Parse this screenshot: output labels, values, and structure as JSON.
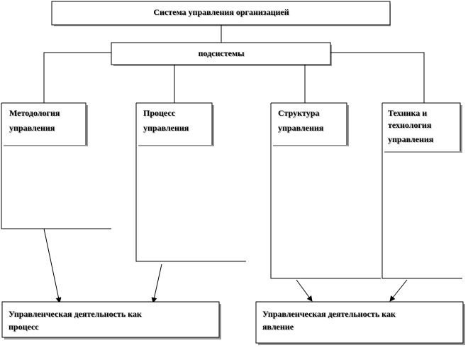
{
  "diagram": {
    "root": {
      "label": "Система управления организацией"
    },
    "subsystems_hub": {
      "label": "подсистемы"
    },
    "subsystems": [
      {
        "line1": "Методология",
        "line2": "управления",
        "line3": ""
      },
      {
        "line1": "Процесс",
        "line2": "управления",
        "line3": ""
      },
      {
        "line1": "Структура",
        "line2": "управления",
        "line3": ""
      },
      {
        "line1": "Техника и",
        "line2": "технология",
        "line3": "управления"
      }
    ],
    "outcomes": [
      {
        "line1": "Управленческая деятельность как",
        "line2": "процесс"
      },
      {
        "line1": "Управленческая деятельность как",
        "line2": "явление"
      }
    ],
    "colors": {
      "line": "#000000",
      "shadow": "#999999",
      "background": "#ffffff"
    }
  }
}
